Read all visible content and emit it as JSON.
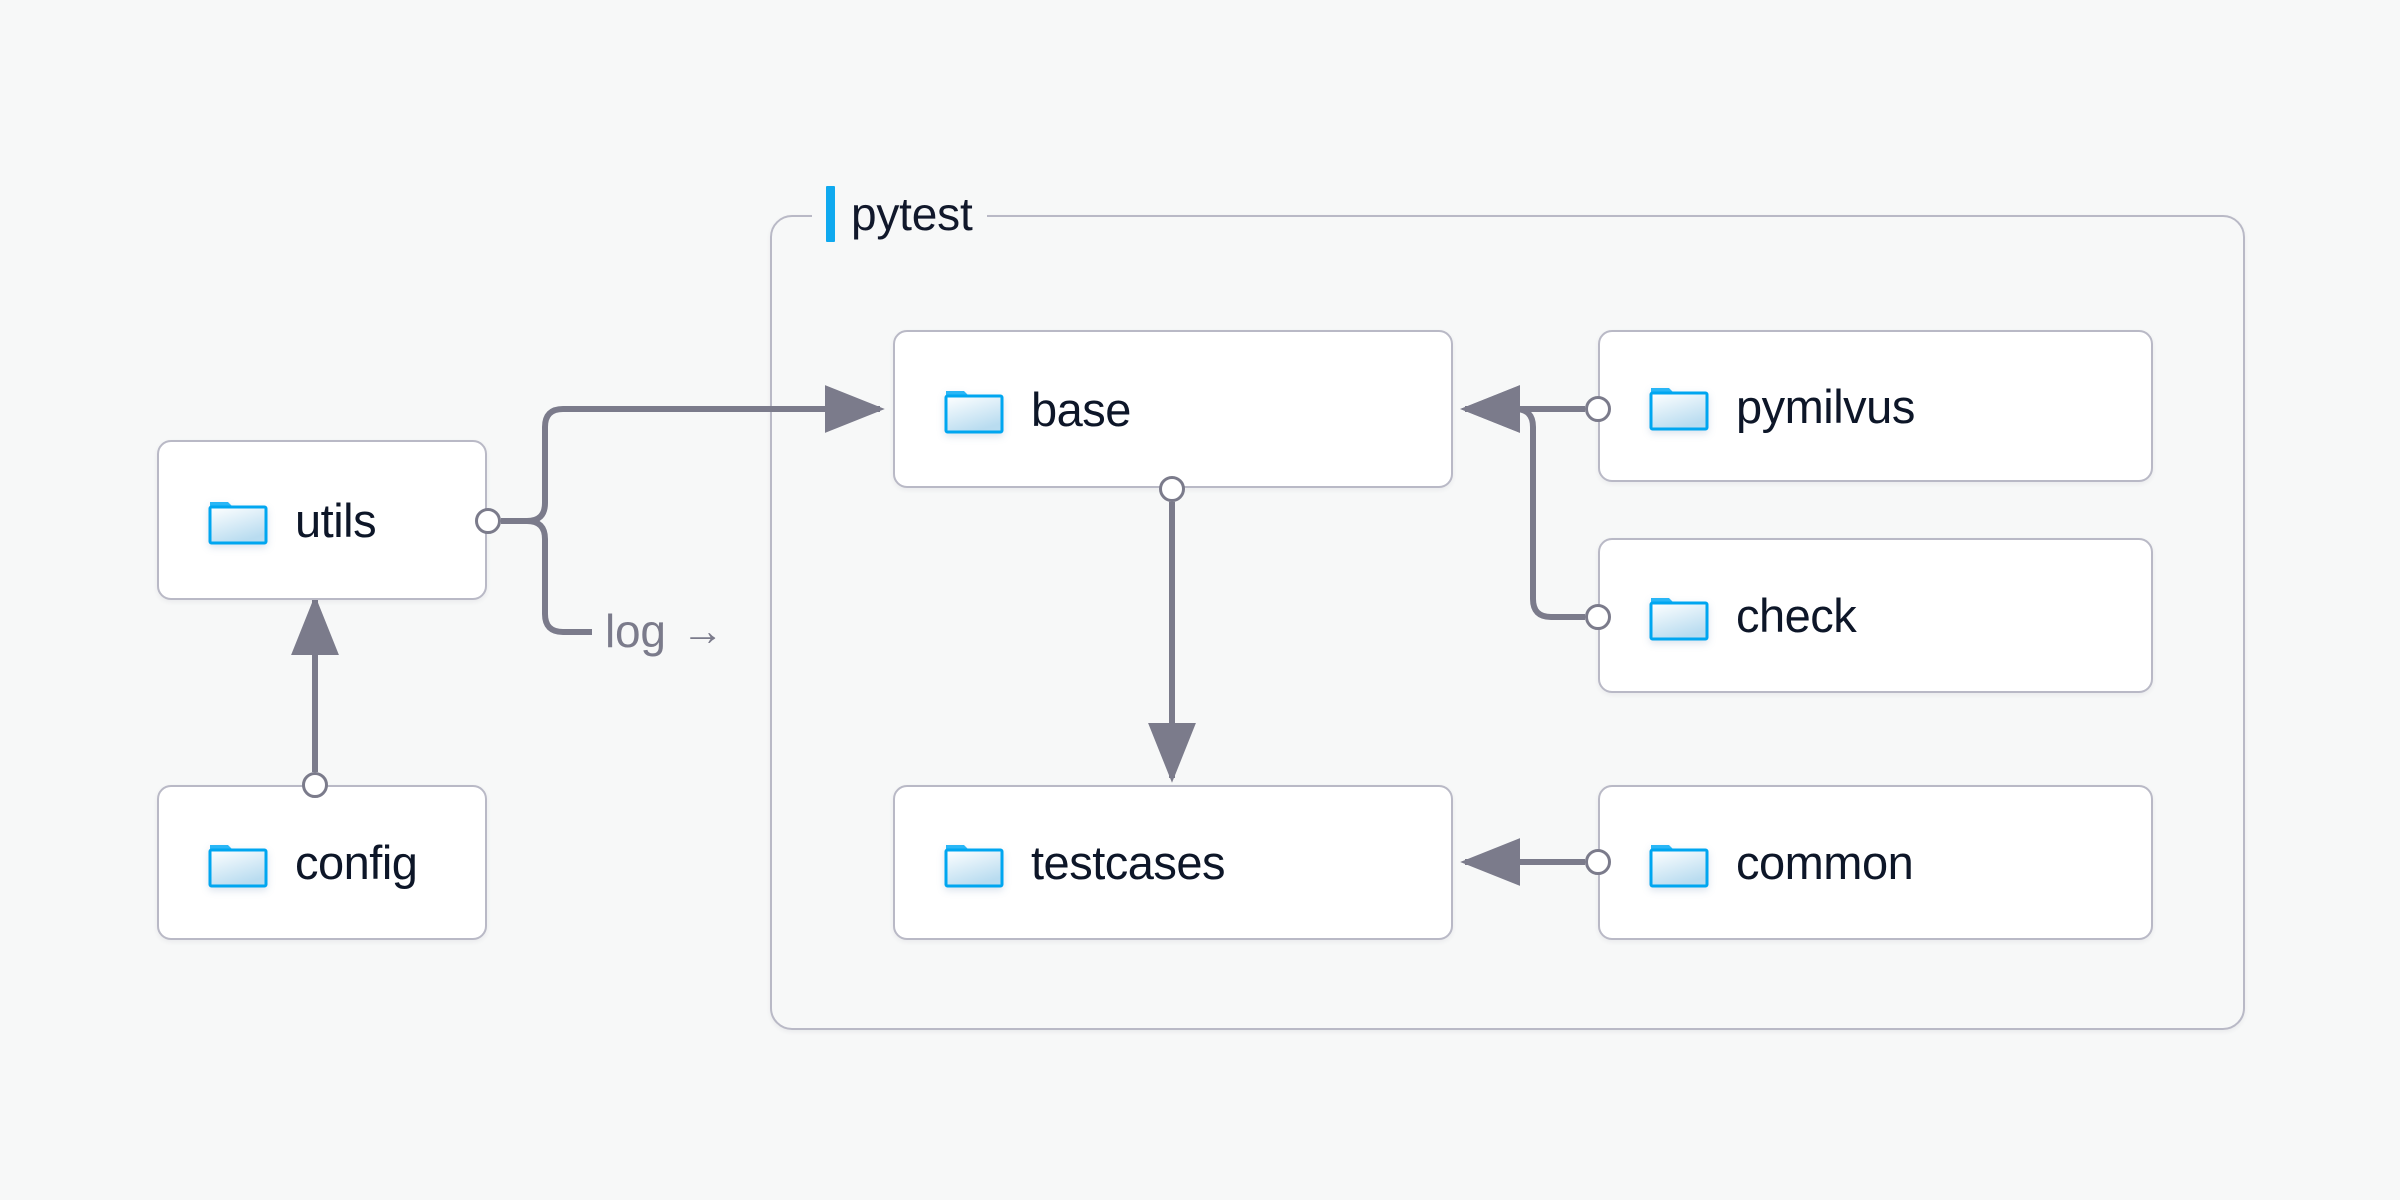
{
  "diagram": {
    "background_color": "#f7f8f8",
    "node_border_color": "#b9b9c6",
    "edge_color": "#7b7b8b",
    "accent_color": "#0fa9ef",
    "label_color": "#0d1628"
  },
  "group": {
    "label": "pytest",
    "accent_color": "#0fa9ef"
  },
  "nodes": [
    {
      "id": "utils",
      "label": "utils",
      "icon": "folder-icon"
    },
    {
      "id": "config",
      "label": "config",
      "icon": "folder-icon"
    },
    {
      "id": "base",
      "label": "base",
      "icon": "folder-icon"
    },
    {
      "id": "testcases",
      "label": "testcases",
      "icon": "folder-icon"
    },
    {
      "id": "pymilvus",
      "label": "pymilvus",
      "icon": "folder-icon"
    },
    {
      "id": "check",
      "label": "check",
      "icon": "folder-icon"
    },
    {
      "id": "common",
      "label": "common",
      "icon": "folder-icon"
    }
  ],
  "edges": [
    {
      "id": "config-utils",
      "from": "config",
      "to": "utils",
      "label": ""
    },
    {
      "id": "utils-base",
      "from": "utils",
      "to": "base",
      "label": ""
    },
    {
      "id": "utils-log",
      "from": "utils",
      "to": "pytest",
      "label": "log",
      "arrow_glyph": "→"
    },
    {
      "id": "base-testcases",
      "from": "base",
      "to": "testcases",
      "label": ""
    },
    {
      "id": "pymilvus-base",
      "from": "pymilvus",
      "to": "base",
      "label": ""
    },
    {
      "id": "check-base",
      "from": "check",
      "to": "base",
      "label": ""
    },
    {
      "id": "common-testcases",
      "from": "common",
      "to": "testcases",
      "label": ""
    }
  ]
}
